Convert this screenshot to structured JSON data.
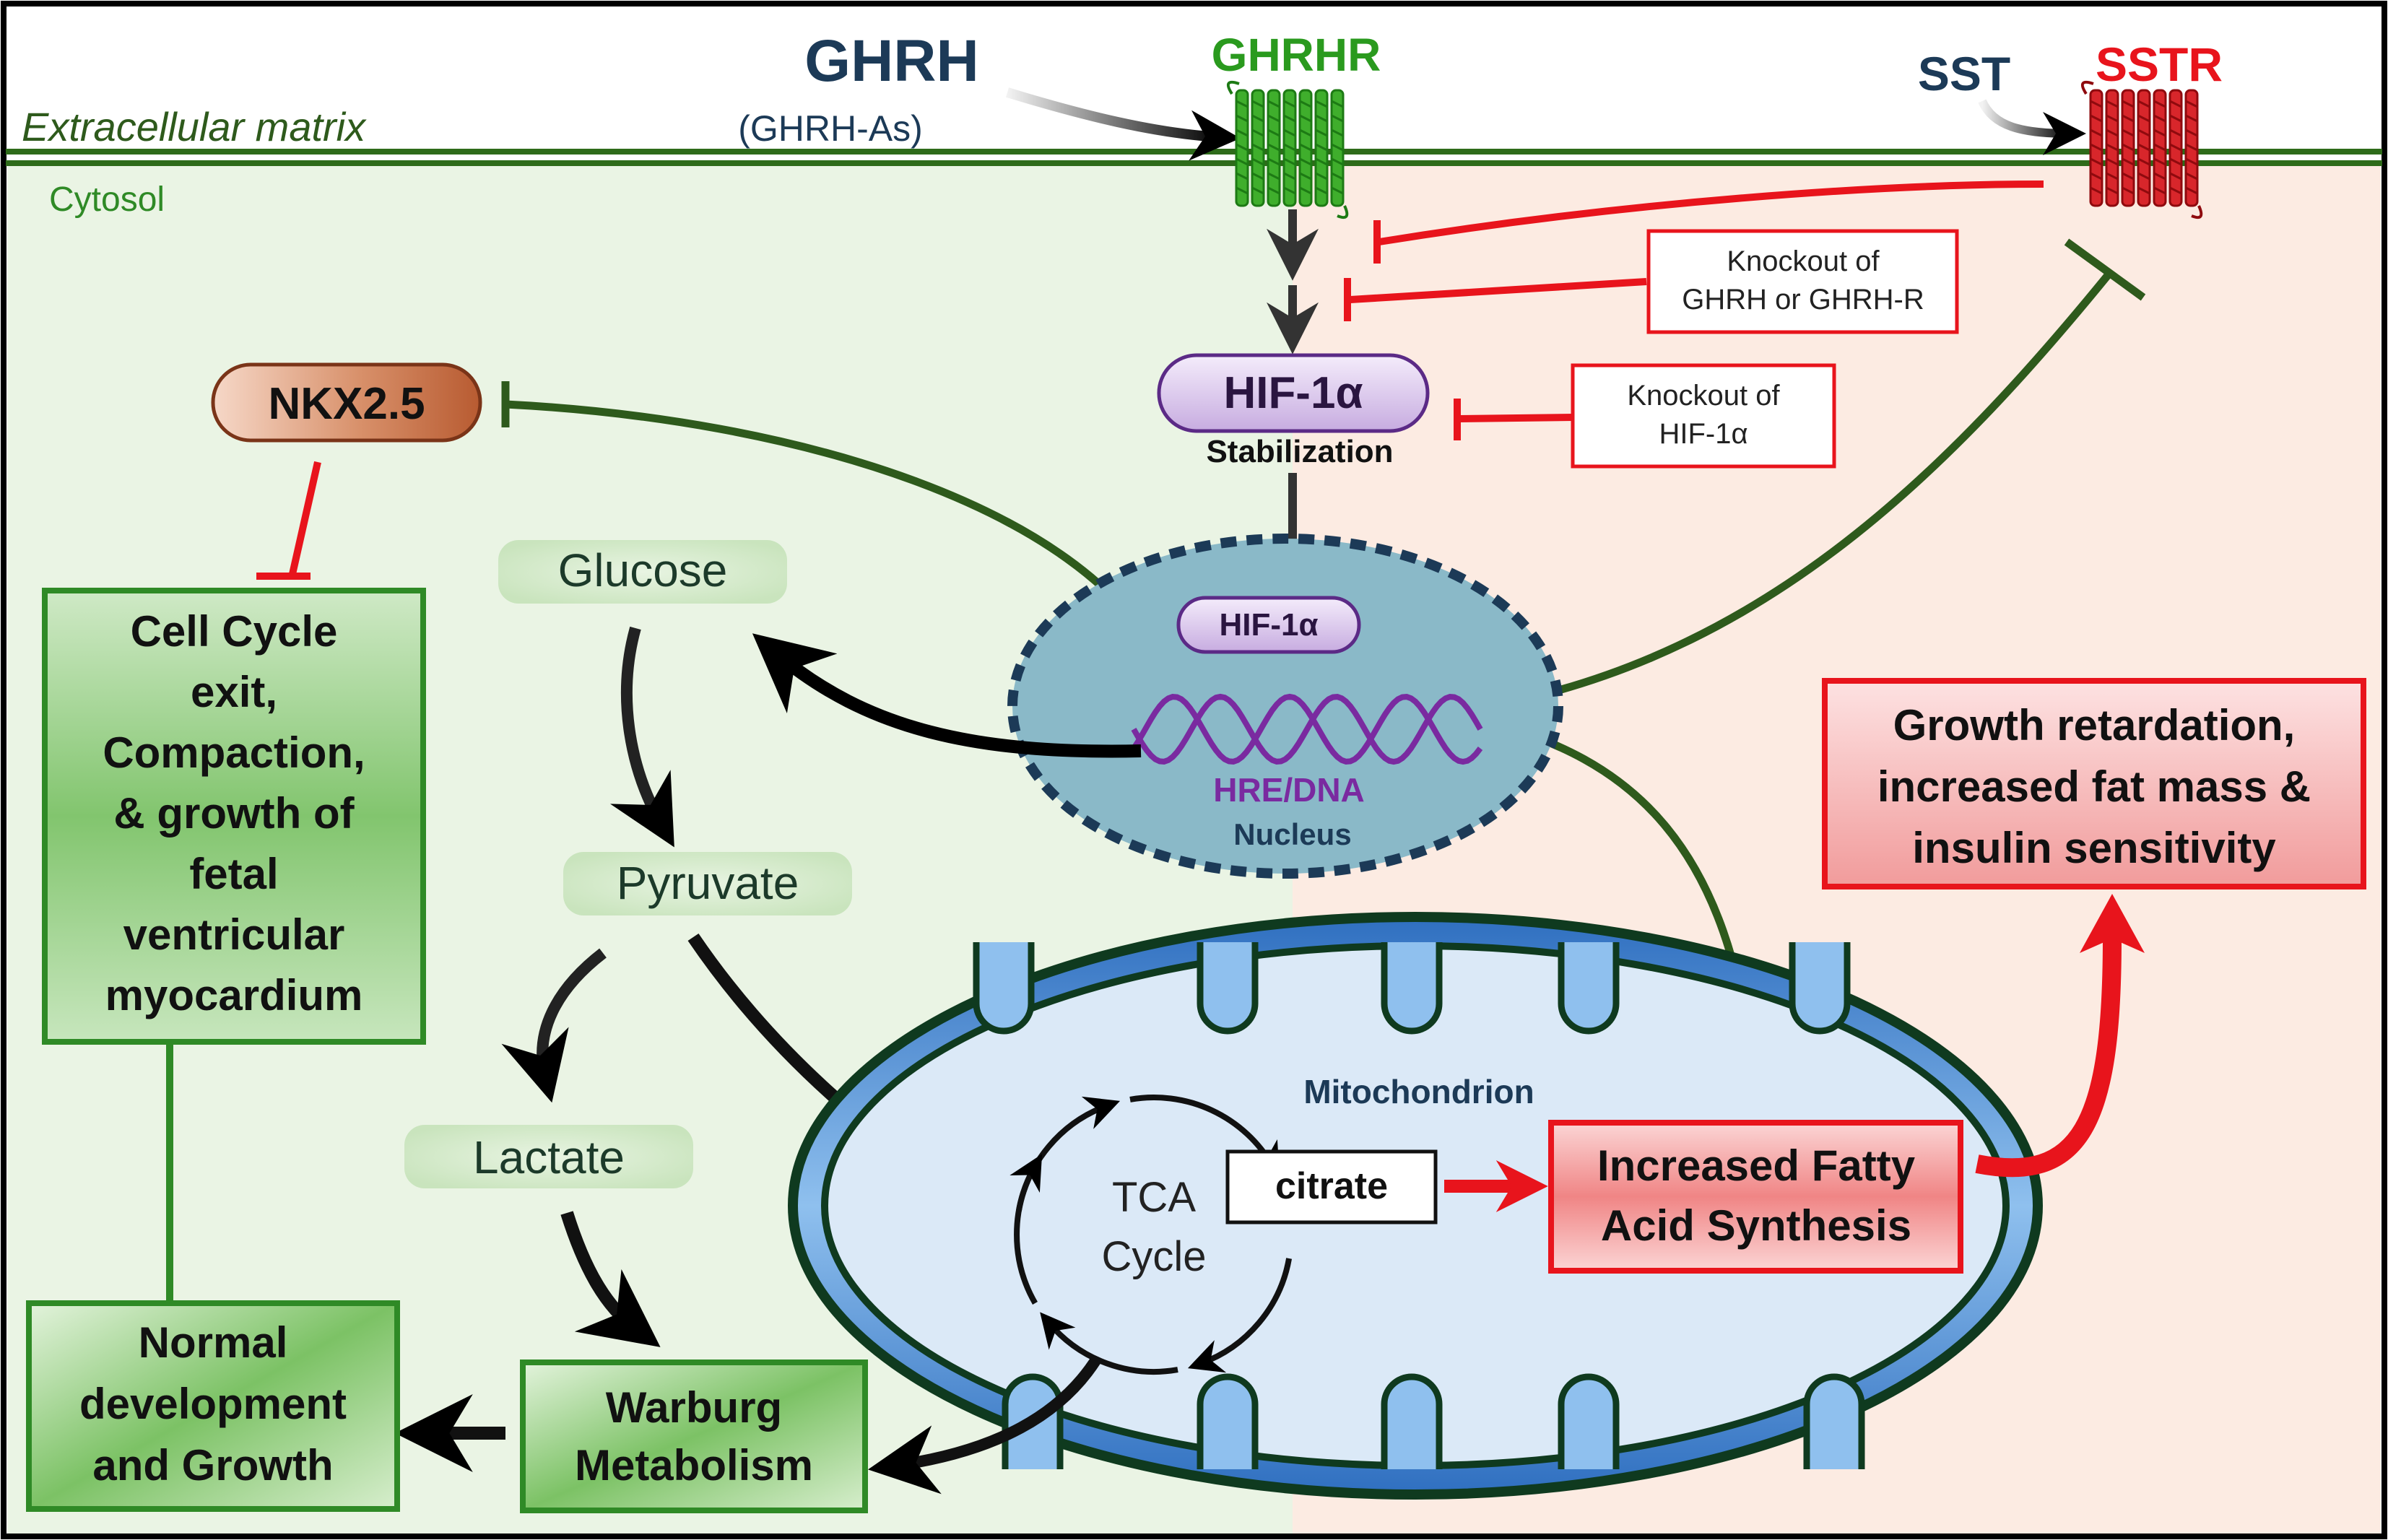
{
  "regions": {
    "extracellular": "Extracellular matrix",
    "cytosol": "Cytosol"
  },
  "ligands": {
    "ghrh": "GHRH",
    "ghrh_as": "(GHRH-As)",
    "sst": "SST"
  },
  "receptors": {
    "ghrhr": "GHRHR",
    "sstr": "SSTR"
  },
  "hif": {
    "label": "HIF-1α",
    "stabilization": "Stabilization",
    "nuclear_label": "HIF-1α"
  },
  "nucleus": {
    "hre": "HRE/DNA",
    "label": "Nucleus"
  },
  "knockouts": {
    "ghrh_line1": "Knockout of",
    "ghrh_line2": "GHRH or GHRH-R",
    "hif_line1": "Knockout of",
    "hif_line2": "HIF-1α"
  },
  "nkx": "NKX2.5",
  "cell_cycle": [
    "Cell Cycle",
    "exit,",
    "Compaction,",
    "& growth of",
    "fetal",
    "ventricular",
    "myocardium"
  ],
  "metabolites": {
    "glucose": "Glucose",
    "pyruvate": "Pyruvate",
    "lactate": "Lactate"
  },
  "warburg": [
    "Warburg",
    "Metabolism"
  ],
  "normal": [
    "Normal",
    "development",
    "and Growth"
  ],
  "mitochondrion": {
    "label": "Mitochondrion",
    "tca_line1": "TCA",
    "tca_line2": "Cycle",
    "citrate": "citrate"
  },
  "fatty_acid": [
    "Increased Fatty",
    "Acid Synthesis"
  ],
  "growth": [
    "Growth retardation,",
    "increased fat mass &",
    "insulin sensitivity"
  ],
  "colors": {
    "green_dark": "#2e5a1c",
    "red": "#e8141c",
    "purple": "#7a2aa0",
    "nucleus_fill": "#8ab9c8",
    "mito_blue": "#4a90d9"
  }
}
